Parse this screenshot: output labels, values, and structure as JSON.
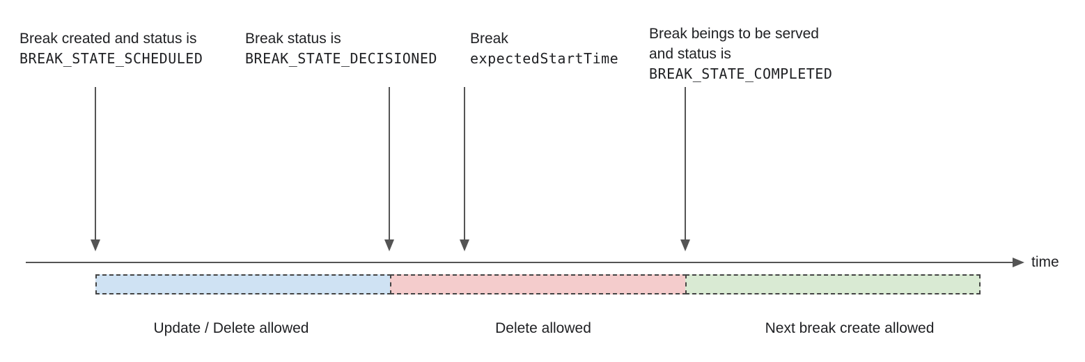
{
  "annotations": [
    {
      "line1": "Break created and status is",
      "line2": "BREAK_STATE_SCHEDULED"
    },
    {
      "line1": "Break status is",
      "line2": "BREAK_STATE_DECISIONED"
    },
    {
      "line1": "Break",
      "line2": "expectedStartTime"
    },
    {
      "line1": "Break beings to be served",
      "line2": "and status is",
      "line3": "BREAK_STATE_COMPLETED"
    }
  ],
  "timeline": {
    "axis_label": "time"
  },
  "segments": [
    {
      "label": "Update / Delete allowed",
      "color": "#cfe2f3"
    },
    {
      "label": "Delete allowed",
      "color": "#f4cccc"
    },
    {
      "label": "Next break create allowed",
      "color": "#d9ead3"
    }
  ],
  "colors": {
    "arrow": "#545454",
    "dashed_border": "#434343",
    "text": "#202124"
  }
}
